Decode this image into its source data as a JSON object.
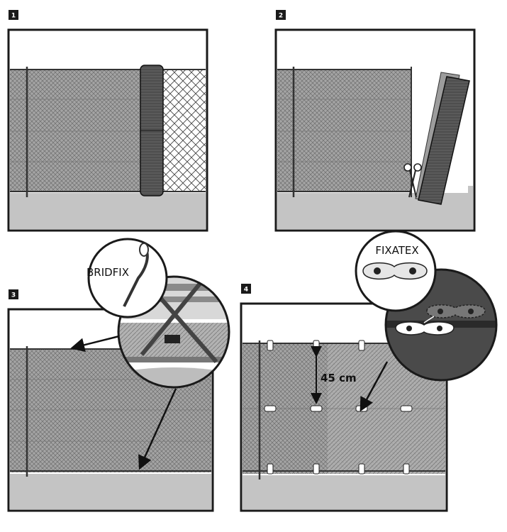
{
  "steps": [
    {
      "number": "1"
    },
    {
      "number": "2"
    },
    {
      "number": "3",
      "callout": "BRIDFIX"
    },
    {
      "number": "4",
      "callout": "FIXATEX",
      "measure": "45 cm"
    }
  ],
  "colors": {
    "frame": "#1a1a1a",
    "mesh_fill": "#9a9a9a",
    "ground": "#c4c4c4",
    "roll_dark": "#555555",
    "roll_light": "#9c9c9c",
    "badge": "#1a1a1a"
  },
  "icons": [
    "scissors-icon",
    "cable-tie-icon",
    "fixatex-clip-icon",
    "arrow-icon"
  ]
}
